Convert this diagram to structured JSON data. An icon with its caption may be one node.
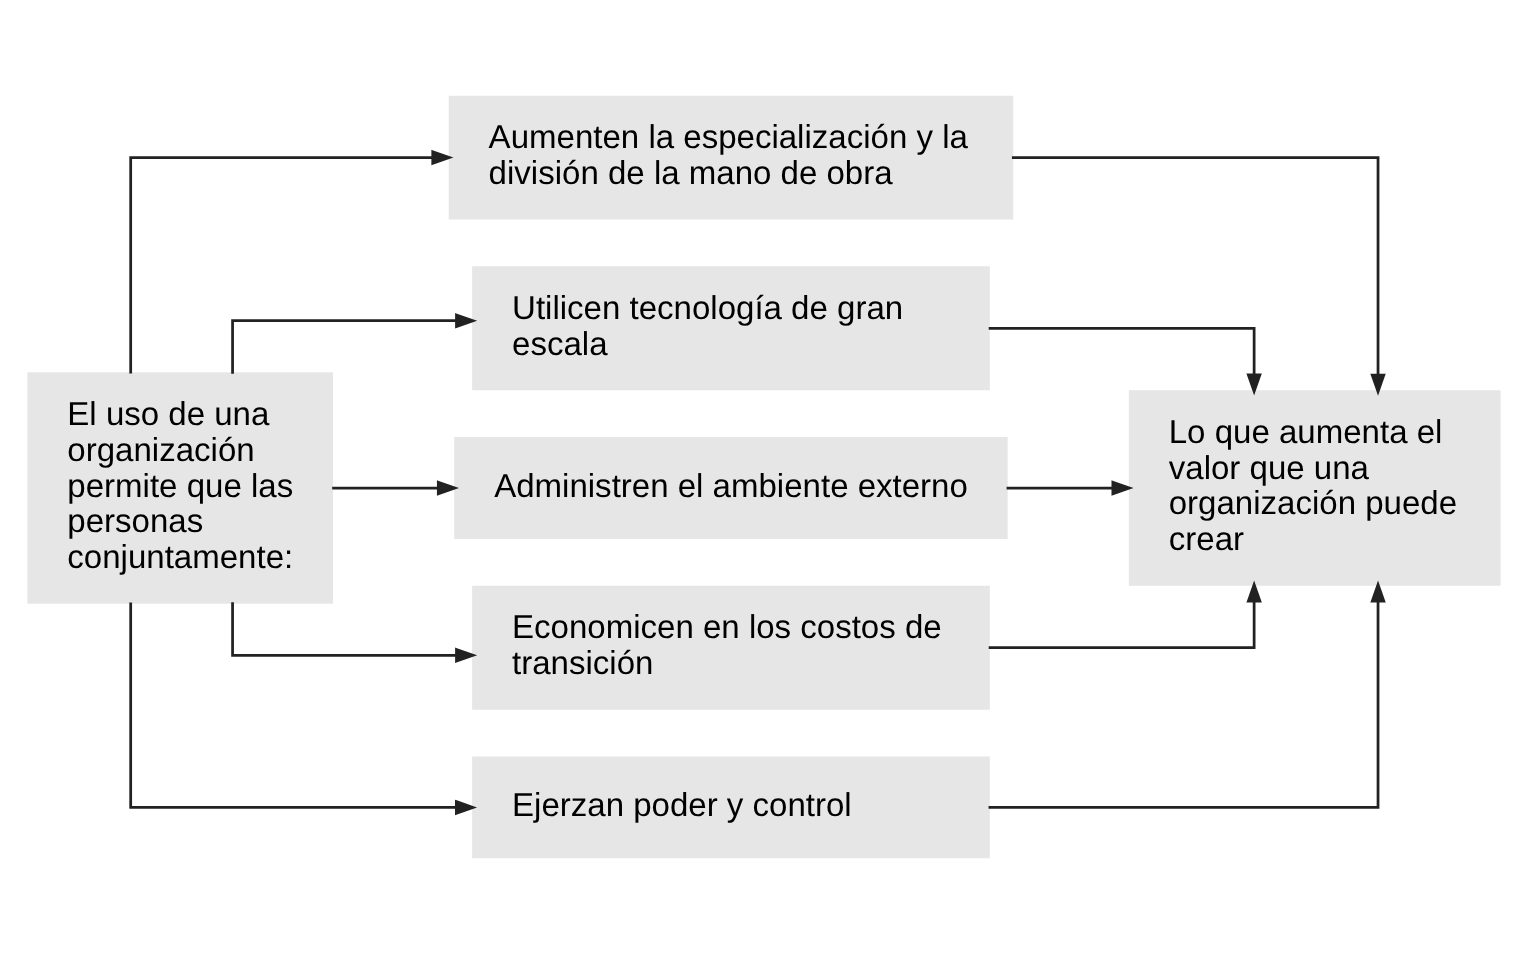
{
  "diagram": {
    "nodes": [
      {
        "text": [
          "El uso de una organización permite que las personas conjuntamente:"
        ]
      },
      {
        "text": [
          "Aumenten la especialización y la división de la mano de obra"
        ]
      },
      {
        "text": [
          "Utilicen tecnología de gran escala"
        ]
      },
      {
        "text": [
          "Administren el ambiente externo"
        ]
      },
      {
        "text": [
          "Economicen en los costos de transición"
        ]
      },
      {
        "text": [
          "Ejerzan poder y control"
        ]
      },
      {
        "text": [
          "Lo que aumenta el valor que una organización puede crear"
        ]
      }
    ],
    "edges": [
      {
        "from": 0,
        "to": 1,
        "arrow": "to"
      },
      {
        "from": 0,
        "to": 2,
        "arrow": "to"
      },
      {
        "from": 0,
        "to": 3,
        "arrow": "to"
      },
      {
        "from": 0,
        "to": 4,
        "arrow": "to"
      },
      {
        "from": 0,
        "to": 5,
        "arrow": "to"
      },
      {
        "from": 1,
        "to": 6,
        "arrow": "to"
      },
      {
        "from": 2,
        "to": 6,
        "arrow": "to"
      },
      {
        "from": 3,
        "to": 6,
        "arrow": "to"
      },
      {
        "from": 4,
        "to": 6,
        "arrow": "to"
      },
      {
        "from": 5,
        "to": 6,
        "arrow": "to"
      }
    ]
  }
}
